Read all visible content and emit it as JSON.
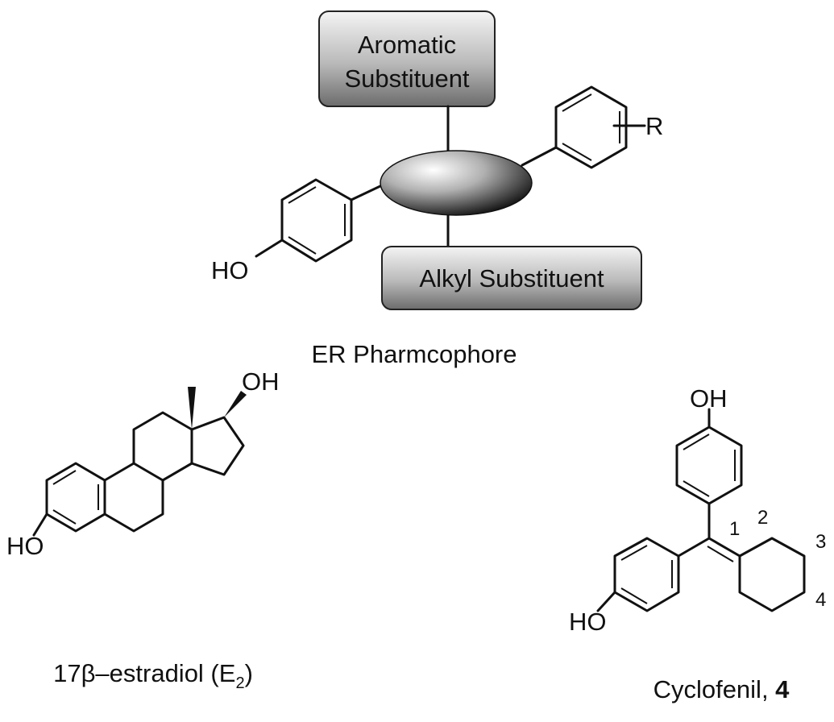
{
  "pharmacophore": {
    "aromatic_box": {
      "line1": "Aromatic",
      "line2": "Substituent"
    },
    "alkyl_box": "Alkyl Substituent",
    "r_group": "R",
    "phenol_label": "HO",
    "caption": "ER Pharmcophore"
  },
  "estradiol": {
    "oh_label": "OH",
    "ho_label": "HO",
    "caption_prefix": "17β–estradiol (E",
    "caption_sub": "2",
    "caption_suffix": ")"
  },
  "cyclofenil": {
    "oh_label": "OH",
    "ho_label": "HO",
    "positions": [
      "1",
      "2",
      "3",
      "4"
    ],
    "caption_name": "Cyclofenil, ",
    "caption_number": "4"
  },
  "colors": {
    "ink": "#111111",
    "box_gradient_light": "#f2f2f2",
    "box_gradient_dark": "#6e6e6e",
    "ellipse_highlight": "#ffffff",
    "ellipse_shadow": "#1a1a1a"
  }
}
